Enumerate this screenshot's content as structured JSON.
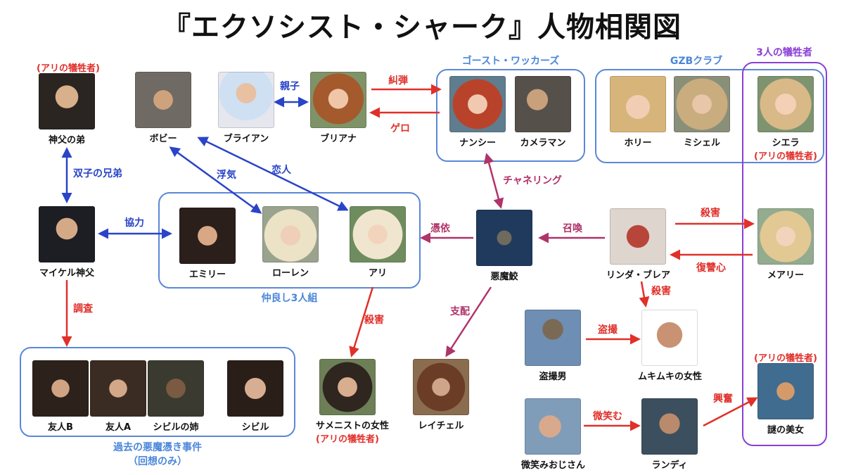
{
  "title": "『エクソシスト・シャーク』人物相関図",
  "groups": {
    "ghost_walkers": "ゴースト・ワッカーズ",
    "gzb_club": "GZBクラブ",
    "victims3": "3人の犠牲者",
    "trio": "仲良し3人組",
    "past_case": "過去の悪魔憑き事件",
    "past_case_note": "（回想のみ）"
  },
  "characters": {
    "brother": {
      "name": "神父の弟",
      "note": "(アリの犠牲者)",
      "icon": "man-face"
    },
    "bobby": {
      "name": "ボビー",
      "icon": "man-face"
    },
    "brian": {
      "name": "ブライアン",
      "icon": "man-with-microphone"
    },
    "briana": {
      "name": "ブリアナ",
      "icon": "woman-face"
    },
    "nancy": {
      "name": "ナンシー",
      "icon": "woman-face"
    },
    "cameraman": {
      "name": "カメラマン",
      "icon": "man-with-camera"
    },
    "holly": {
      "name": "ホリー",
      "icon": "woman-face"
    },
    "michelle": {
      "name": "ミシェル",
      "icon": "woman-face"
    },
    "sierra": {
      "name": "シエラ",
      "note": "(アリの犠牲者)",
      "icon": "woman-face"
    },
    "michael": {
      "name": "マイケル神父",
      "icon": "priest"
    },
    "emily": {
      "name": "エミリー",
      "icon": "woman-face"
    },
    "lauren": {
      "name": "ローレン",
      "icon": "woman-face"
    },
    "ari": {
      "name": "アリ",
      "icon": "woman-face"
    },
    "shark": {
      "name": "悪魔鮫",
      "icon": "shark"
    },
    "linda": {
      "name": "リンダ・ブレア",
      "icon": "bloody-face"
    },
    "mary": {
      "name": "メアリー",
      "icon": "woman-face"
    },
    "friend_b": {
      "name": "友人B",
      "icon": "woman-face"
    },
    "friend_a": {
      "name": "友人A",
      "icon": "woman-face"
    },
    "sybil_sister": {
      "name": "シビルの姉",
      "icon": "woman-face"
    },
    "sybil": {
      "name": "シビル",
      "icon": "woman-face"
    },
    "samenist": {
      "name": "サメニストの女性",
      "note": "(アリの犠牲者)",
      "icon": "woman-face"
    },
    "rachel": {
      "name": "レイチェル",
      "icon": "woman-face"
    },
    "voyeur": {
      "name": "盗撮男",
      "icon": "man-back"
    },
    "muscle": {
      "name": "ムキムキの女性",
      "icon": "woman-body"
    },
    "smile_old": {
      "name": "微笑みおじさん",
      "icon": "old-man"
    },
    "randy": {
      "name": "ランディ",
      "icon": "man-face"
    },
    "mystery": {
      "name": "謎の美女",
      "note": "(アリの犠牲者)",
      "icon": "body-in-water"
    }
  },
  "relations": {
    "oyako": "親子",
    "kyudan": "糾弾",
    "gero": "ゲロ",
    "futago": "双子の兄弟",
    "uwaki": "浮気",
    "koibito": "恋人",
    "channeling": "チャネリング",
    "kyoryoku": "協力",
    "hyoi": "憑依",
    "shokan": "召喚",
    "satsugai_linda_mary": "殺害",
    "fukushu": "復讐心",
    "satsugai_linda_muscle": "殺害",
    "chosa": "調査",
    "satsugai_ari": "殺害",
    "shihai": "支配",
    "tousatsu": "盗撮",
    "hohoemu": "微笑む",
    "kofun": "興奮"
  },
  "colors": {
    "red": "#e0302a",
    "blue": "#2a44c8",
    "magenta": "#b0336a",
    "group_blue": "#5b87d6",
    "group_purple": "#8a3fd6"
  }
}
